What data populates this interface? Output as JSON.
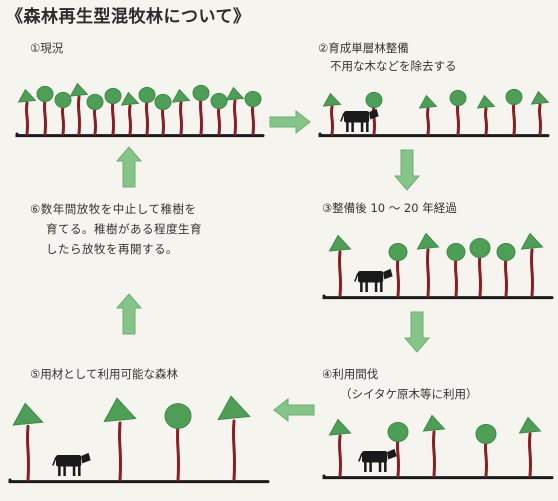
{
  "title": "《森林再生型混牧林について》",
  "colors": {
    "foliage": "#4f9e58",
    "foliage_dark": "#3d8a47",
    "trunk": "#8a1f23",
    "ground": "#1b1b1b",
    "cow": "#1a1a1a",
    "arrow": "#86c48a"
  },
  "steps": [
    {
      "id": "1",
      "label": "①現況"
    },
    {
      "id": "2",
      "label": "②育成単層林整備",
      "sub": "不用な木などを除去する"
    },
    {
      "id": "3",
      "label": "③整備後 10 ～ 20 年経過"
    },
    {
      "id": "4",
      "label": "④利用間伐",
      "sub": "（シイタケ原木等に利用）"
    },
    {
      "id": "5",
      "label": "⑤用材として利用可能な森林"
    },
    {
      "id": "6",
      "lines": [
        "⑥数年間放牧を中止して稚樹を",
        "育てる。稚樹がある程度生育",
        "したら放牧を再開する。"
      ]
    }
  ]
}
